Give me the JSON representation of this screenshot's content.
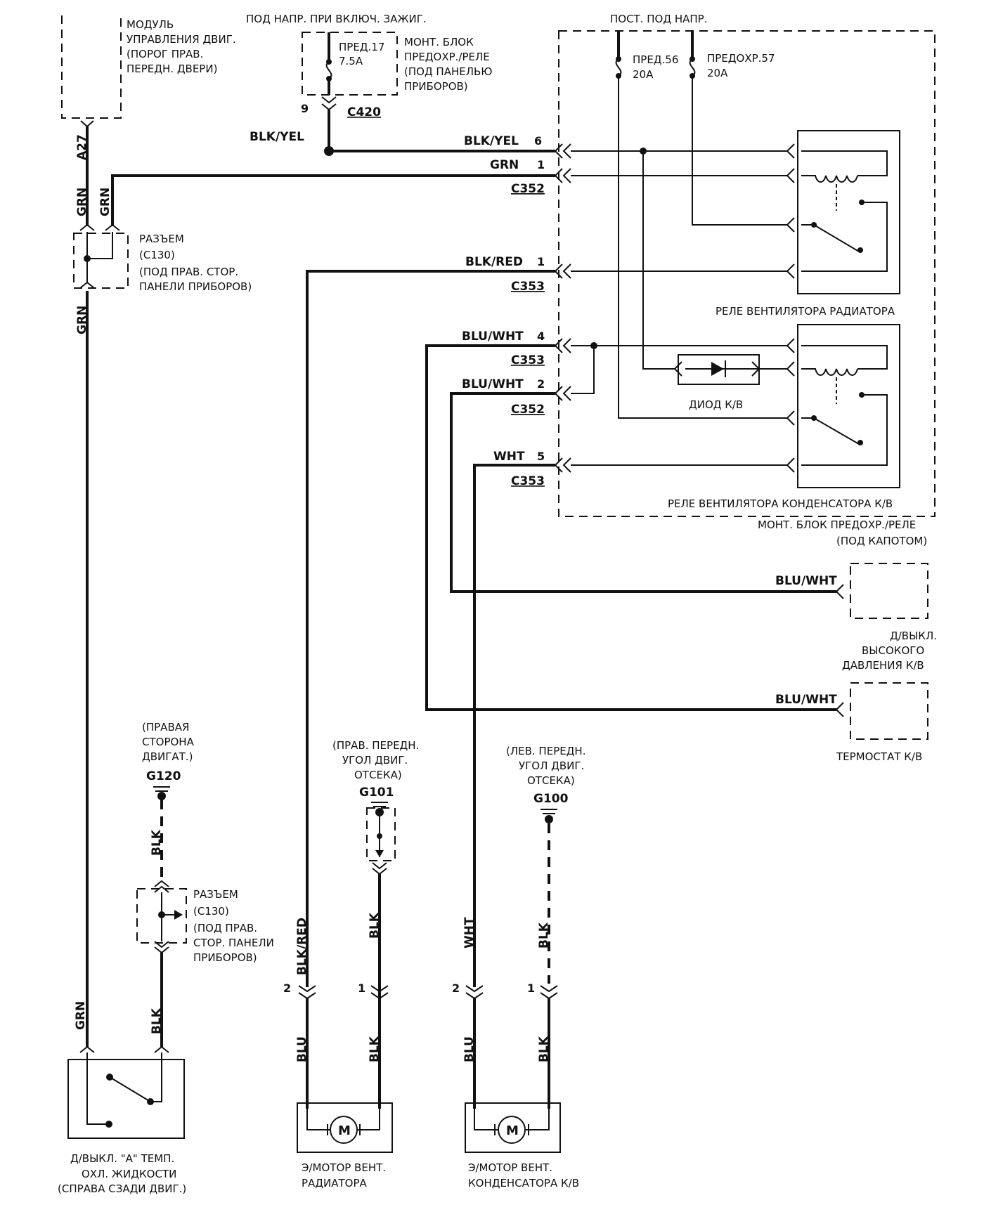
{
  "labels": {
    "ecm": [
      "МОДУЛЬ",
      "УПРАВЛЕНИЯ ДВИГ.",
      "(ПОРОГ ПРАВ.",
      "ПЕРЕДН. ДВЕРИ)"
    ],
    "hot_in_run": "ПОД НАПР. ПРИ ВКЛЮЧ. ЗАЖИГ.",
    "fuse17": [
      "ПРЕД.17",
      "7.5A"
    ],
    "dash_fuse_box": [
      "МОНТ. БЛОК",
      "ПРЕДОХР./РЕЛЕ",
      "(ПОД ПАНЕЛЬЮ",
      "ПРИБОРОВ)"
    ],
    "hot_at_all_times": "ПОСТ. ПОД НАПР.",
    "fuse56": [
      "ПРЕД.56",
      "20A"
    ],
    "fuse57": [
      "ПРЕДОХР.57",
      "20A"
    ],
    "c130_top": [
      "РАЗЪЕМ",
      "(C130)",
      "(ПОД ПРАВ. СТОР.",
      "ПАНЕЛИ ПРИБОРОВ)"
    ],
    "radiator_relay": "РЕЛЕ ВЕНТИЛЯТОРА РАДИАТОРА",
    "ac_diode": "ДИОД К/В",
    "condenser_relay": "РЕЛЕ ВЕНТИЛЯТОРА КОНДЕНСАТОРА К/В",
    "hood_fuse_box": [
      "МОНТ. БЛОК ПРЕДОХР./РЕЛЕ",
      "(ПОД КАПОТОМ)"
    ],
    "ac_pressure_switch": [
      "Д/ВЫКЛ.",
      "ВЫСОКОГО",
      "ДАВЛЕНИЯ К/В"
    ],
    "ac_thermostat": "ТЕРМОСТАТ К/В",
    "g120_desc": [
      "(ПРАВАЯ",
      "СТОРОНА",
      "ДВИГАТ.)"
    ],
    "g120": "G120",
    "g101_desc": [
      "(ПРАВ. ПЕРЕДН.",
      "УГОЛ ДВИГ.",
      "ОТСЕКА)"
    ],
    "g101": "G101",
    "g100_desc": [
      "(ЛЕВ. ПЕРЕДН.",
      "УГОЛ ДВИГ.",
      "ОТСЕКА)"
    ],
    "g100": "G100",
    "c130_bottom": [
      "РАЗЪЕМ",
      "(C130)",
      "(ПОД ПРАВ.",
      "СТОР. ПАНЕЛИ",
      "ПРИБОРОВ)"
    ],
    "coolant_switch": [
      "Д/ВЫКЛ. \"A\" ТЕМП.",
      "ОХЛ. ЖИДКОСТИ",
      "(СПРАВА СЗАДИ ДВИГ.)"
    ],
    "radiator_motor": [
      "Э/МОТОР ВЕНТ.",
      "РАДИАТОРА"
    ],
    "condenser_motor": [
      "Э/МОТОР ВЕНТ.",
      "КОНДЕНСАТОРА К/В"
    ],
    "motor_symbol": "M"
  },
  "connectors": {
    "c420": "C420",
    "c352": "C352",
    "c353": "C353",
    "a27": "A27",
    "pin_9": "9"
  },
  "wires": {
    "blk_yel": "BLK/YEL",
    "grn": "GRN",
    "blk_red": "BLK/RED",
    "blu_wht": "BLU/WHT",
    "wht": "WHT",
    "blk": "BLK",
    "blu": "BLU"
  },
  "pins": {
    "p6": "6",
    "p1": "1",
    "p4": "4",
    "p2": "2",
    "p5": "5"
  }
}
